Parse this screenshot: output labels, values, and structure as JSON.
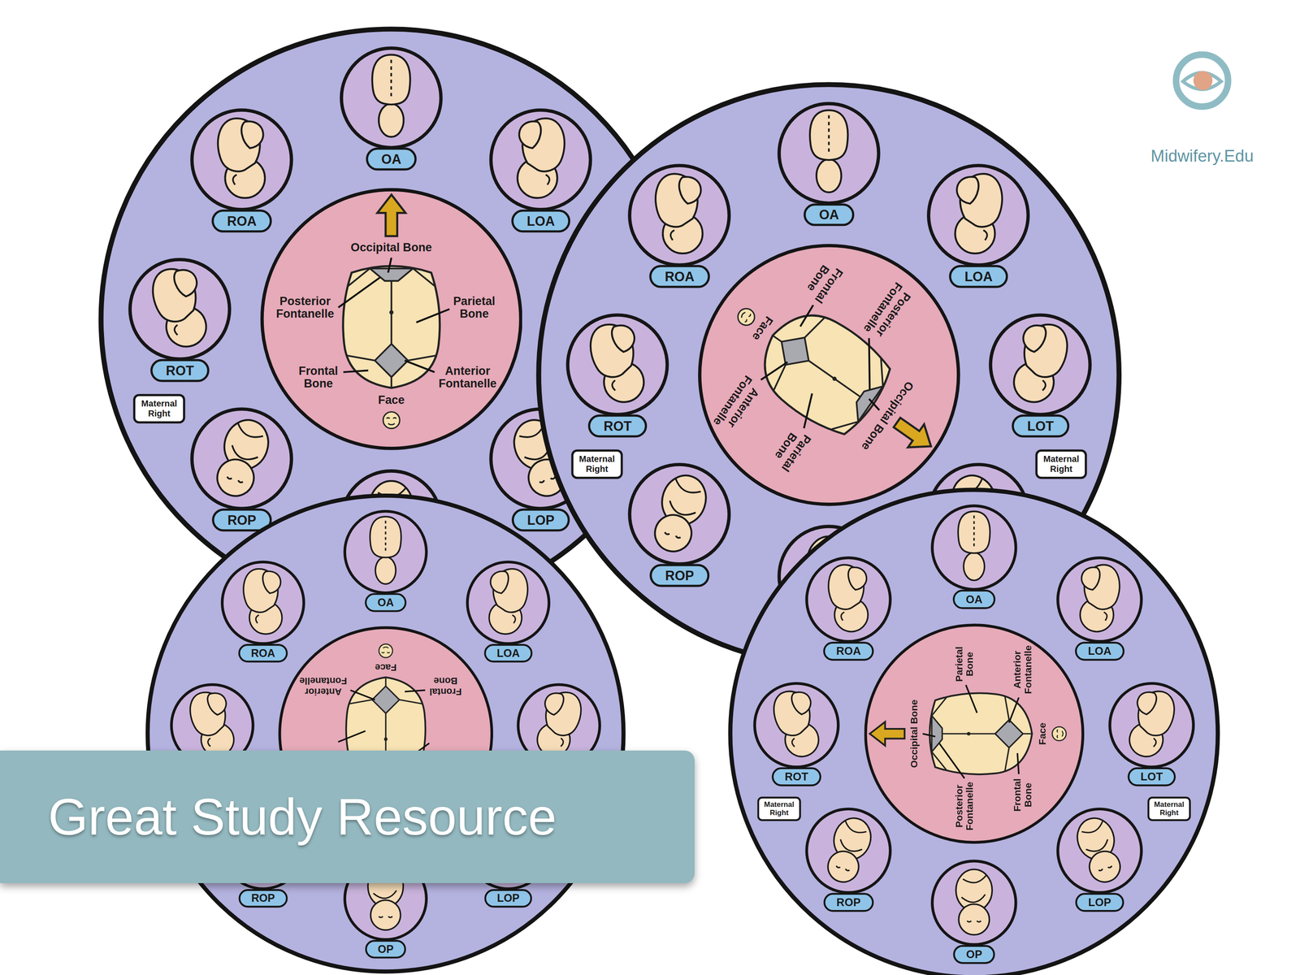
{
  "diagram": {
    "nodes": [
      {
        "text": [
          "OA"
        ]
      },
      {
        "text": [
          "ROA"
        ]
      },
      {
        "text": [
          "LOA"
        ]
      },
      {
        "text": [
          "ROT"
        ]
      },
      {
        "text": [
          "Maternal Right"
        ]
      },
      {
        "text": [
          "ROP"
        ]
      },
      {
        "text": [
          "LOP"
        ]
      },
      {
        "text": [
          "Occipital Bone",
          "Posterior Fontanelle",
          "Parietal Bone",
          "Frontal Bone",
          "Anterior Fontanelle",
          "Face"
        ]
      },
      {
        "text": [
          "OA"
        ]
      },
      {
        "text": [
          "ROA"
        ]
      },
      {
        "text": [
          "LOA"
        ]
      },
      {
        "text": [
          "ROT"
        ]
      },
      {
        "text": [
          "Maternal Right"
        ]
      },
      {
        "text": [
          "LOT"
        ]
      },
      {
        "text": [
          "Maternal Right"
        ]
      },
      {
        "text": [
          "ROP"
        ]
      },
      {
        "text": [
          "Frontal Bone",
          "Posterior Fontanelle",
          "Face",
          "Anterior Fontanelle",
          "Occipital Bone",
          "Parietal Bone"
        ]
      },
      {
        "text": [
          "OA"
        ]
      },
      {
        "text": [
          "ROA"
        ]
      },
      {
        "text": [
          "LOA"
        ]
      },
      {
        "text": [
          "ROP"
        ]
      },
      {
        "text": [
          "OP"
        ]
      },
      {
        "text": [
          "LOP"
        ]
      },
      {
        "text": [
          "Face",
          "Anterior Fontanelle",
          "Frontal Bone"
        ]
      },
      {
        "text": [
          "OA"
        ]
      },
      {
        "text": [
          "ROA"
        ]
      },
      {
        "text": [
          "LOA"
        ]
      },
      {
        "text": [
          "ROT"
        ]
      },
      {
        "text": [
          "Maternal Right"
        ]
      },
      {
        "text": [
          "LOT"
        ]
      },
      {
        "text": [
          "Maternal Right"
        ]
      },
      {
        "text": [
          "ROP"
        ]
      },
      {
        "text": [
          "OP"
        ]
      },
      {
        "text": [
          "LOP"
        ]
      },
      {
        "text": [
          "Parietal Bone",
          "Anterior Fontanelle",
          "Occipital Bone",
          "Face",
          "Posterior Fontanelle",
          "Frontal Bone"
        ]
      },
      {
        "text": [
          "Great Study Resource"
        ]
      }
    ],
    "labels": [
      "Midwifery.Edu"
    ]
  }
}
